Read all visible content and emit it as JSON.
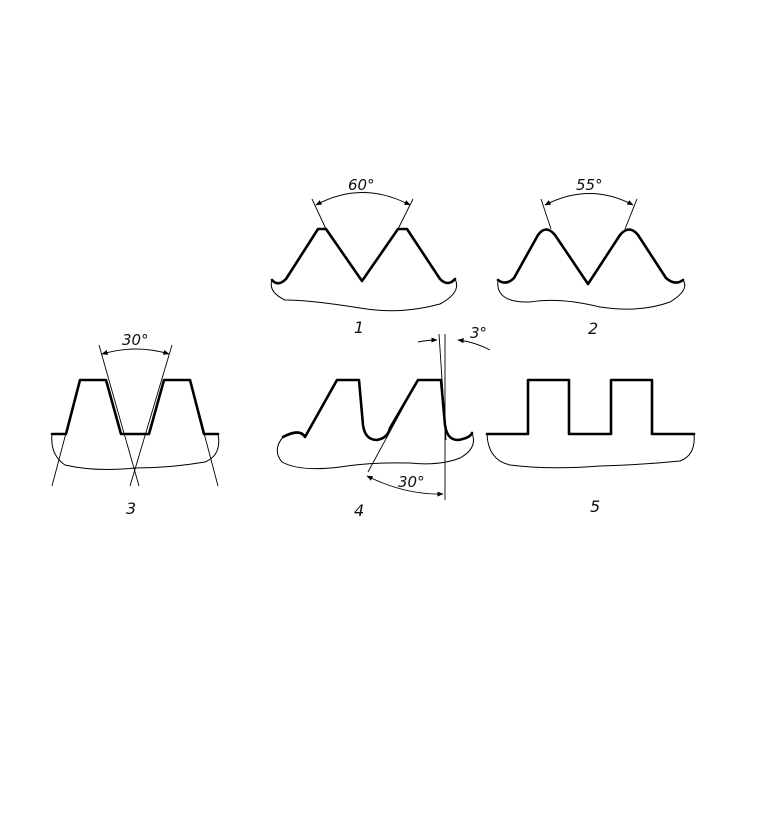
{
  "figures": [
    {
      "number": "1",
      "angle_label": "60°"
    },
    {
      "number": "2",
      "angle_label": "55°"
    },
    {
      "number": "3",
      "angle_label": "30°"
    },
    {
      "number": "4",
      "angle_label": "30°",
      "flank_angle_label": "3°"
    },
    {
      "number": "5"
    }
  ],
  "colors": {
    "line": "#000000",
    "background": "#ffffff"
  }
}
